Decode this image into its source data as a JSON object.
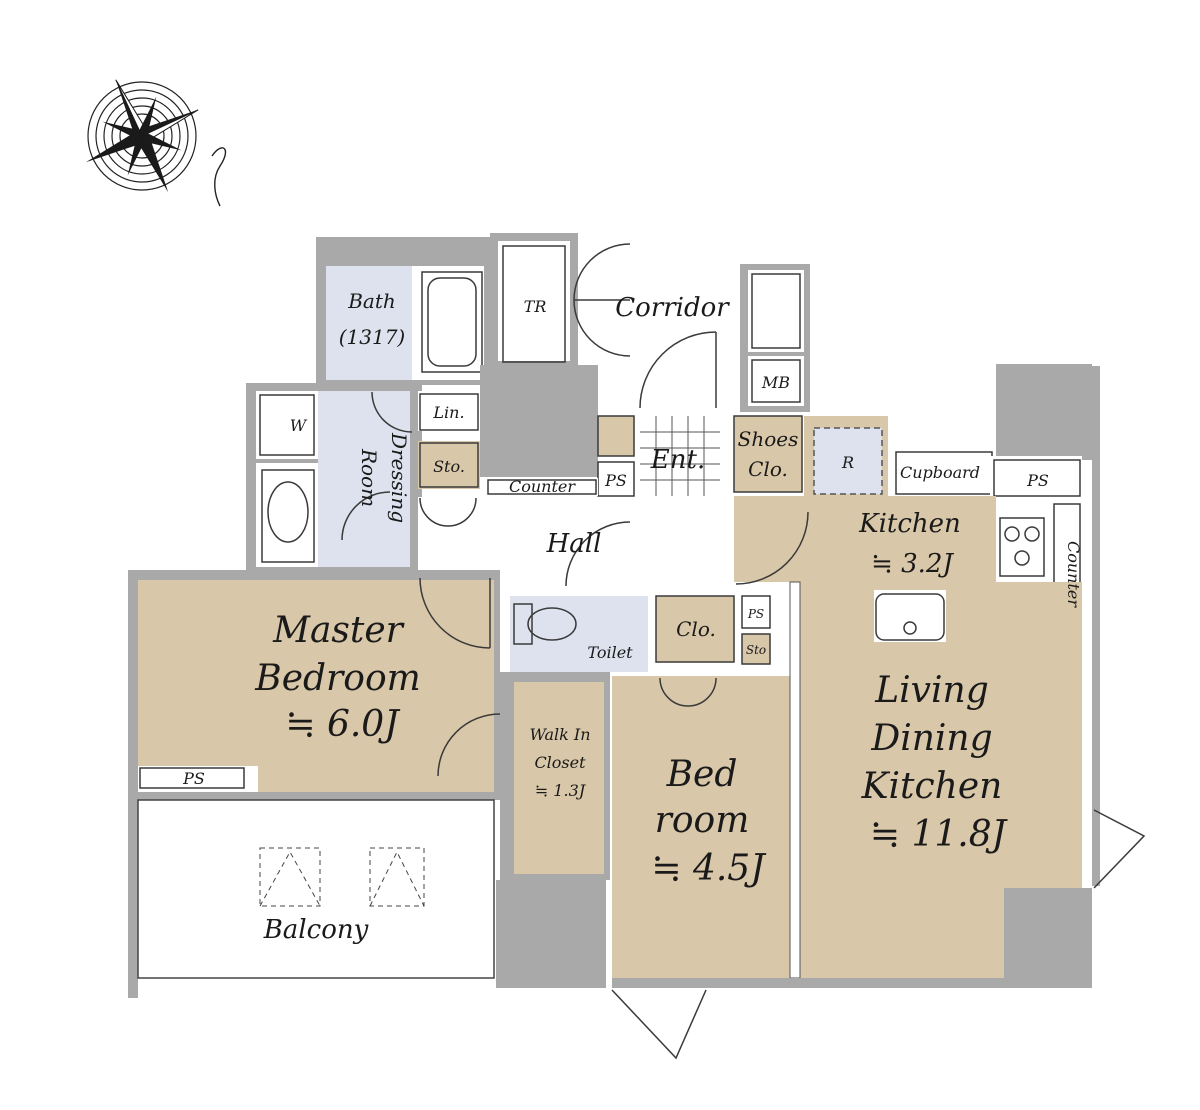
{
  "colors": {
    "wall": "#a9a9a9",
    "room_beige": "#d8c7a8",
    "room_blue": "#dde2ee",
    "line": "#3a3a3a"
  },
  "icons": [
    "compass-rose-icon"
  ],
  "rooms": {
    "bath": [
      "Bath",
      "(1317)"
    ],
    "tr": "TR",
    "corridor": "Corridor",
    "mb": "MB",
    "w": "W",
    "dressing": [
      "Dressing",
      "Room"
    ],
    "lin": "Lin.",
    "sto": "Sto.",
    "ent": "Ent.",
    "shoes": [
      "Shoes",
      "Clo."
    ],
    "r": "R",
    "cupboard": "Cupboard",
    "ps": "PS",
    "counter": "Counter",
    "hall": "Hall",
    "kitchen": [
      "Kitchen",
      "≒ 3.2J"
    ],
    "master": [
      "Master",
      "Bedroom",
      "≒ 6.0J"
    ],
    "toilet": "Toilet",
    "clo": "Clo.",
    "sto_small": "Sto",
    "wic": [
      "Walk In",
      "Closet",
      "≒ 1.3J"
    ],
    "bedroom": [
      "Bed",
      "room",
      "≒ 4.5J"
    ],
    "ldk": [
      "Living",
      "Dining",
      "Kitchen",
      "≒ 11.8J"
    ],
    "balcony": "Balcony"
  }
}
